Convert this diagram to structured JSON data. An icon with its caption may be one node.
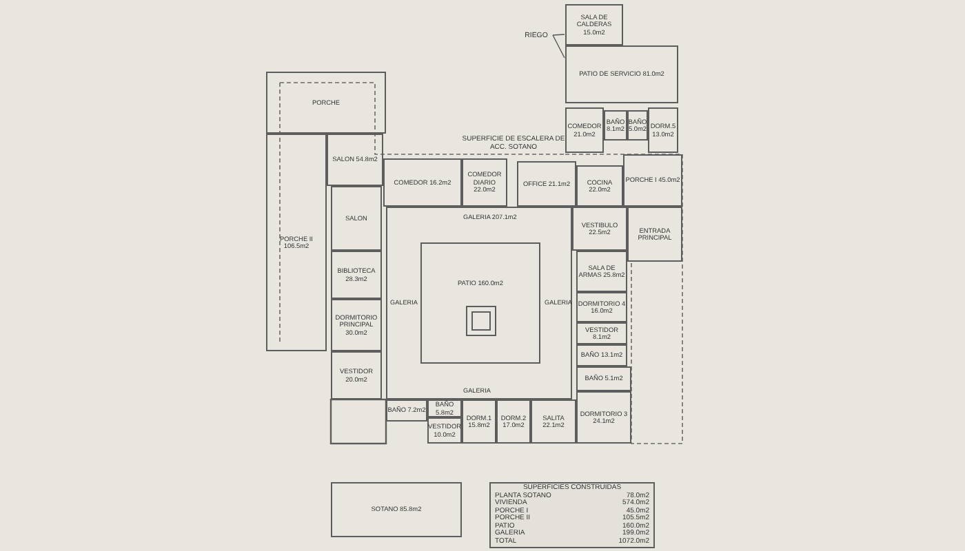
{
  "diagram": {
    "nodes": [
      {
        "text": [
          "SALA DE CALDERAS 15.0m2"
        ]
      },
      {
        "text": [
          "RIEGO"
        ]
      },
      {
        "text": [
          "PATIO DE SERVICIO 81.0m2"
        ]
      },
      {
        "text": [
          "PORCHE"
        ]
      },
      {
        "text": [
          "PORCHE II 106.5m2"
        ]
      },
      {
        "text": [
          "SALON 54.8m2"
        ]
      },
      {
        "text": [
          "COMEDOR 21.0m2"
        ]
      },
      {
        "text": [
          "BAÑO 8.1m2"
        ]
      },
      {
        "text": [
          "BAÑO 5.0m2"
        ]
      },
      {
        "text": [
          "DORM.5 13.0m2"
        ]
      },
      {
        "text": [
          "COMEDOR 16.2m2"
        ]
      },
      {
        "text": [
          "COMEDOR DIARIO 22.0m2"
        ]
      },
      {
        "text": [
          "OFFICE 21.1m2"
        ]
      },
      {
        "text": [
          "COCINA 22.0m2"
        ]
      },
      {
        "text": [
          "PORCHE I 45.0m2"
        ]
      },
      {
        "text": [
          "SALON"
        ]
      },
      {
        "text": [
          "BIBLIOTECA 28.3m2"
        ]
      },
      {
        "text": [
          "DORMITORIO PRINCIPAL 30.0m2"
        ]
      },
      {
        "text": [
          "VESTIDOR 20.0m2"
        ]
      },
      {
        "text": [
          "GALERIA 207.1m2",
          "GALERIA",
          "GALERIA",
          "GALERIA"
        ]
      },
      {
        "text": [
          "PATIO 160.0m2"
        ],
        "in": 19
      },
      {
        "text": [
          "VESTIBULO 22.5m2"
        ]
      },
      {
        "text": [
          "ENTRADA PRINCIPAL"
        ]
      },
      {
        "text": [
          "SALA DE ARMAS 25.8m2"
        ]
      },
      {
        "text": [
          "DORMITORIO 4 16.0m2"
        ]
      },
      {
        "text": [
          "VESTIDOR 8.1m2"
        ]
      },
      {
        "text": [
          "BAÑO 13.1m2"
        ]
      },
      {
        "text": [
          "BAÑO 7.2m2"
        ]
      },
      {
        "text": [
          "BAÑO 5.8m2"
        ]
      },
      {
        "text": [
          "VESTIDOR 10.0m2"
        ]
      },
      {
        "text": [
          "DORM.1 15.8m2"
        ]
      },
      {
        "text": [
          "DORM.2 17.0m2"
        ]
      },
      {
        "text": [
          "SALITA 22.1m2"
        ]
      },
      {
        "text": [
          "BAÑO 5.1m2"
        ]
      },
      {
        "text": [
          "DORMITORIO 3 24.1m2"
        ]
      },
      {
        "text": [
          "SOTANO 85.8m2"
        ]
      }
    ],
    "edges": [
      {
        "from": 1,
        "to": 0,
        "arrow": "none"
      },
      {
        "from": 1,
        "to": 2,
        "arrow": "none"
      }
    ],
    "labels": [
      "SUPERFICIE DE ESCALERA DE ACC. SOTANO",
      "SUPERFICIES CONSTRUIDAS",
      "PLANTA SOTANO",
      "78.0m2",
      "VIVIENDA",
      "574.0m2",
      "PORCHE I",
      "45.0m2",
      "PORCHE II",
      "105.5m2",
      "PATIO",
      "160.0m2",
      "GALERIA",
      "199.0m2",
      "TOTAL",
      "1072.0m2"
    ]
  }
}
